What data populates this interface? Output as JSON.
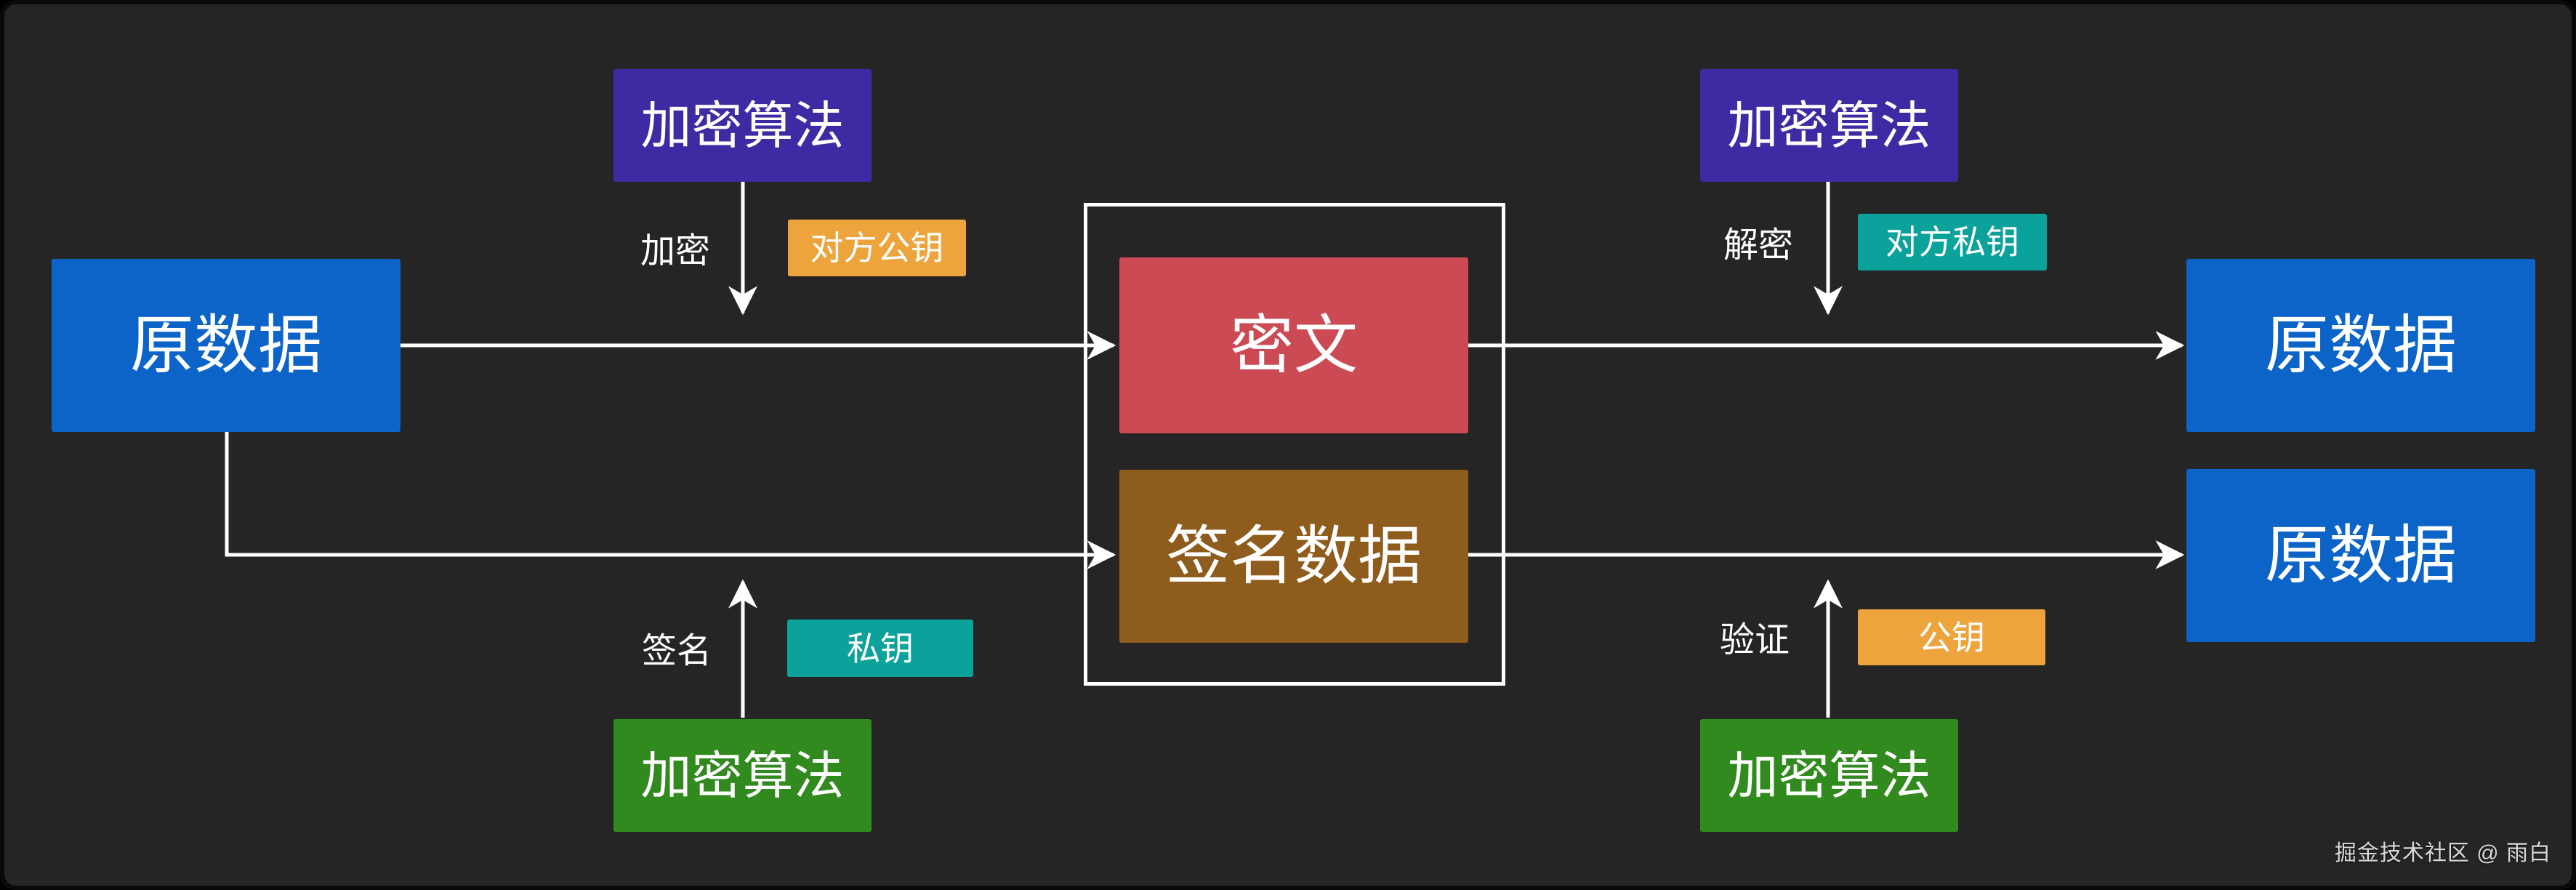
{
  "diagram": {
    "nodes": {
      "original_data": "原数据",
      "encrypt_algorithm": "加密算法",
      "cipher_text": "密文",
      "signature_data": "签名数据",
      "peer_public_key": "对方公钥",
      "peer_private_key": "对方私钥",
      "private_key": "私钥",
      "public_key": "公钥"
    },
    "edge_labels": {
      "encrypt": "加密",
      "decrypt": "解密",
      "sign": "签名",
      "verify": "验证"
    },
    "watermark": "掘金技术社区 @ 雨白",
    "colors": {
      "background": "#252526",
      "line": "#ffffff",
      "blue": "#0c64c8",
      "purple": "#3c2ba3",
      "green": "#318a1e",
      "red": "#cb4a54",
      "brown": "#8e5d1d",
      "orange": "#eea43c",
      "teal": "#0aa29b"
    }
  }
}
